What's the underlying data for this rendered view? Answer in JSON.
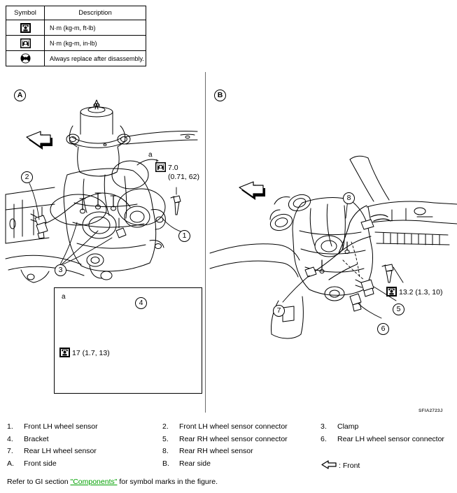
{
  "symbol_table": {
    "headers": [
      "Symbol",
      "Description"
    ],
    "rows": [
      {
        "symbol": "torque-wrench-ftlb-icon",
        "description": "N·m (kg-m, ft-lb)"
      },
      {
        "symbol": "torque-wrench-inlb-icon",
        "description": "N·m (kg-m, in-lb)"
      },
      {
        "symbol": "replace-after-disassembly-icon",
        "description": "Always replace after disassembly."
      }
    ]
  },
  "panels": {
    "a": {
      "letter": "A",
      "direction_arrow": "front-arrow-icon",
      "callouts": [
        {
          "id": "1",
          "label": "1"
        },
        {
          "id": "2",
          "label": "2"
        },
        {
          "id": "3",
          "label": "3"
        }
      ],
      "detail_ref": "a",
      "torque": {
        "symbol": "torque-wrench-inlb-icon",
        "value": "7.0",
        "alt": "(0.71, 62)"
      }
    },
    "b": {
      "letter": "B",
      "direction_arrow": "front-arrow-icon",
      "callouts": [
        {
          "id": "5",
          "label": "5"
        },
        {
          "id": "6",
          "label": "6"
        },
        {
          "id": "7",
          "label": "7"
        },
        {
          "id": "8",
          "label": "8"
        }
      ],
      "torque": {
        "symbol": "torque-wrench-ftlb-icon",
        "value": "13.2 (1.3, 10)",
        "alt": ""
      }
    },
    "inset": {
      "ref": "a",
      "callouts": [
        {
          "id": "4",
          "label": "4"
        }
      ],
      "torque": {
        "symbol": "torque-wrench-ftlb-icon",
        "value": "17 (1.7, 13)",
        "alt": ""
      }
    }
  },
  "legend": {
    "rows": [
      [
        {
          "num": "1.",
          "text": "Front LH wheel sensor"
        },
        {
          "num": "2.",
          "text": "Front LH wheel sensor connector"
        },
        {
          "num": "3.",
          "text": "Clamp"
        }
      ],
      [
        {
          "num": "4.",
          "text": "Bracket"
        },
        {
          "num": "5.",
          "text": "Rear RH wheel sensor connector"
        },
        {
          "num": "6.",
          "text": "Rear LH wheel sensor connector"
        }
      ],
      [
        {
          "num": "7.",
          "text": "Rear LH wheel sensor"
        },
        {
          "num": "8.",
          "text": "Rear RH wheel sensor"
        },
        {
          "num": "",
          "text": ""
        }
      ],
      [
        {
          "num": "A.",
          "text": "Front side"
        },
        {
          "num": "B.",
          "text": "Rear side"
        },
        {
          "num": "",
          "text": ": Front",
          "icon": "front-arrow-icon"
        }
      ]
    ]
  },
  "footer": {
    "prefix": "Refer to GI section",
    "link": "\"Components\"",
    "suffix": "for symbol marks in the figure."
  },
  "figure_id": "SFIA2723J",
  "colors": {
    "link": "#00a000",
    "line": "#000000",
    "divider": "#6b6b6b"
  }
}
